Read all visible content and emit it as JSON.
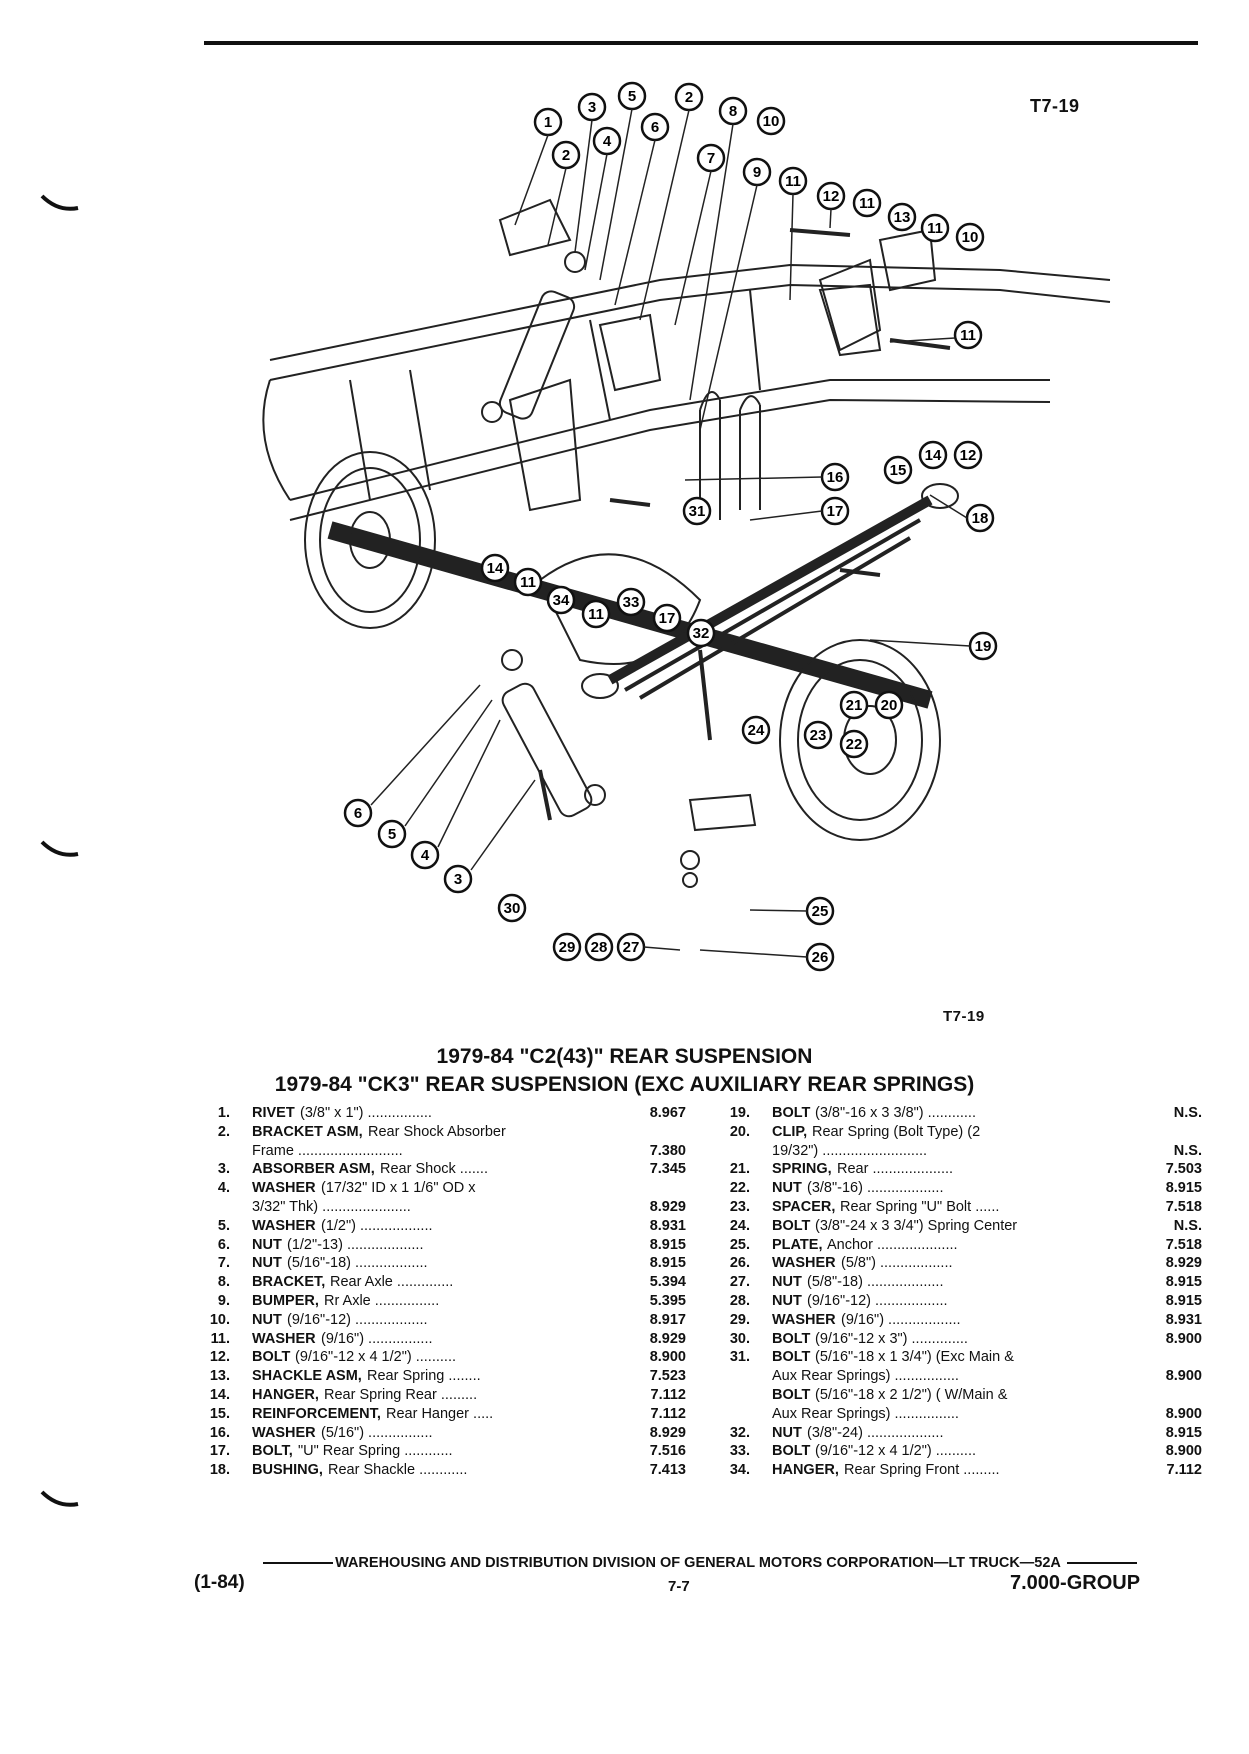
{
  "figure": {
    "code_top": "T7-19",
    "code_bottom": "T7-19"
  },
  "callouts": [
    "1",
    "2",
    "3",
    "4",
    "5",
    "6",
    "2",
    "8",
    "10",
    "7",
    "9",
    "11",
    "12",
    "11",
    "13",
    "11",
    "10",
    "11",
    "14",
    "12",
    "15",
    "16",
    "17",
    "31",
    "18",
    "14",
    "11",
    "34",
    "11",
    "33",
    "17",
    "32",
    "21",
    "20",
    "19",
    "23",
    "22",
    "24",
    "25",
    "26",
    "27",
    "28",
    "29",
    "30",
    "6",
    "5",
    "4",
    "3"
  ],
  "titles": {
    "line1": "1979-84 \"C2(43)\" REAR SUSPENSION",
    "line2": "1979-84 \"CK3\" REAR SUSPENSION (EXC AUXILIARY REAR SPRINGS)"
  },
  "parts_left": [
    {
      "no": "1.",
      "name": "RIVET",
      "desc": "(3/8\" x 1\")  ................",
      "code": "8.967"
    },
    {
      "no": "2.",
      "name": "BRACKET ASM,",
      "desc": "Rear Shock Absorber",
      "code": ""
    },
    {
      "no": "",
      "name": "",
      "desc": "Frame  ..........................",
      "code": "7.380"
    },
    {
      "no": "3.",
      "name": "ABSORBER ASM,",
      "desc": "Rear Shock  .......",
      "code": "7.345"
    },
    {
      "no": "4.",
      "name": "WASHER",
      "desc": "(17/32\" ID x 1 1/6\" OD x",
      "code": ""
    },
    {
      "no": "",
      "name": "",
      "desc": "3/32\" Thk)  ......................",
      "code": "8.929"
    },
    {
      "no": "5.",
      "name": "WASHER",
      "desc": "(1/2\")  ..................",
      "code": "8.931"
    },
    {
      "no": "6.",
      "name": "NUT",
      "desc": "(1/2\"-13)  ...................",
      "code": "8.915"
    },
    {
      "no": "7.",
      "name": "NUT",
      "desc": "(5/16\"-18)  ..................",
      "code": "8.915"
    },
    {
      "no": "8.",
      "name": "BRACKET,",
      "desc": "Rear Axle  ..............",
      "code": "5.394"
    },
    {
      "no": "9.",
      "name": "BUMPER,",
      "desc": "Rr Axle  ................",
      "code": "5.395"
    },
    {
      "no": "10.",
      "name": "NUT",
      "desc": "(9/16\"-12)  ..................",
      "code": "8.917"
    },
    {
      "no": "11.",
      "name": "WASHER",
      "desc": "(9/16\")  ................",
      "code": "8.929"
    },
    {
      "no": "12.",
      "name": "BOLT",
      "desc": "(9/16\"-12 x 4 1/2\")  ..........",
      "code": "8.900"
    },
    {
      "no": "13.",
      "name": "SHACKLE ASM,",
      "desc": "Rear Spring  ........",
      "code": "7.523"
    },
    {
      "no": "14.",
      "name": "HANGER,",
      "desc": "Rear Spring Rear  .........",
      "code": "7.112"
    },
    {
      "no": "15.",
      "name": "REINFORCEMENT,",
      "desc": "Rear Hanger  .....",
      "code": "7.112"
    },
    {
      "no": "16.",
      "name": "WASHER",
      "desc": "(5/16\")  ................",
      "code": "8.929"
    },
    {
      "no": "17.",
      "name": "BOLT,",
      "desc": "\"U\" Rear Spring  ............",
      "code": "7.516"
    },
    {
      "no": "18.",
      "name": "BUSHING,",
      "desc": "Rear Shackle  ............",
      "code": "7.413"
    }
  ],
  "parts_right": [
    {
      "no": "19.",
      "name": "BOLT",
      "desc": "(3/8\"-16 x 3 3/8\")  ............",
      "code": "N.S."
    },
    {
      "no": "20.",
      "name": "CLIP,",
      "desc": "Rear Spring (Bolt Type) (2",
      "code": ""
    },
    {
      "no": "",
      "name": "",
      "desc": "19/32\")  ..........................",
      "code": "N.S."
    },
    {
      "no": "21.",
      "name": "SPRING,",
      "desc": "Rear  ....................",
      "code": "7.503"
    },
    {
      "no": "22.",
      "name": "NUT",
      "desc": "(3/8\"-16)  ...................",
      "code": "8.915"
    },
    {
      "no": "23.",
      "name": "SPACER,",
      "desc": "Rear Spring \"U\" Bolt  ......",
      "code": "7.518"
    },
    {
      "no": "24.",
      "name": "BOLT",
      "desc": "(3/8\"-24 x 3 3/4\") Spring Center",
      "code": "N.S."
    },
    {
      "no": "25.",
      "name": "PLATE,",
      "desc": "Anchor  ....................",
      "code": "7.518"
    },
    {
      "no": "26.",
      "name": "WASHER",
      "desc": "(5/8\")  ..................",
      "code": "8.929"
    },
    {
      "no": "27.",
      "name": "NUT",
      "desc": "(5/8\"-18)  ...................",
      "code": "8.915"
    },
    {
      "no": "28.",
      "name": "NUT",
      "desc": "(9/16\"-12)  ..................",
      "code": "8.915"
    },
    {
      "no": "29.",
      "name": "WASHER",
      "desc": "(9/16\")  ..................",
      "code": "8.931"
    },
    {
      "no": "30.",
      "name": "BOLT",
      "desc": "(9/16\"-12 x 3\")  ..............",
      "code": "8.900"
    },
    {
      "no": "31.",
      "name": "BOLT",
      "desc": "(5/16\"-18 x 1 3/4\") (Exc Main &",
      "code": ""
    },
    {
      "no": "",
      "name": "",
      "desc": "Aux Rear Springs)  ................",
      "code": "8.900"
    },
    {
      "no": "",
      "name": "BOLT",
      "desc": "(5/16\"-18 x 2 1/2\") ( W/Main &",
      "code": ""
    },
    {
      "no": "",
      "name": "",
      "desc": "Aux Rear Springs)  ................",
      "code": "8.900"
    },
    {
      "no": "32.",
      "name": "NUT",
      "desc": "(3/8\"-24)  ...................",
      "code": "8.915"
    },
    {
      "no": "33.",
      "name": "BOLT",
      "desc": "(9/16\"-12 x 4 1/2\")  ..........",
      "code": "8.900"
    },
    {
      "no": "34.",
      "name": "HANGER,",
      "desc": "Rear Spring Front  .........",
      "code": "7.112"
    }
  ],
  "footer": {
    "line": "WAREHOUSING AND DISTRIBUTION  DIVISION OF GENERAL MOTORS CORPORATION—LT TRUCK—52A",
    "date": "(1-84)",
    "page": "7-7",
    "group": "7.000-GROUP"
  }
}
